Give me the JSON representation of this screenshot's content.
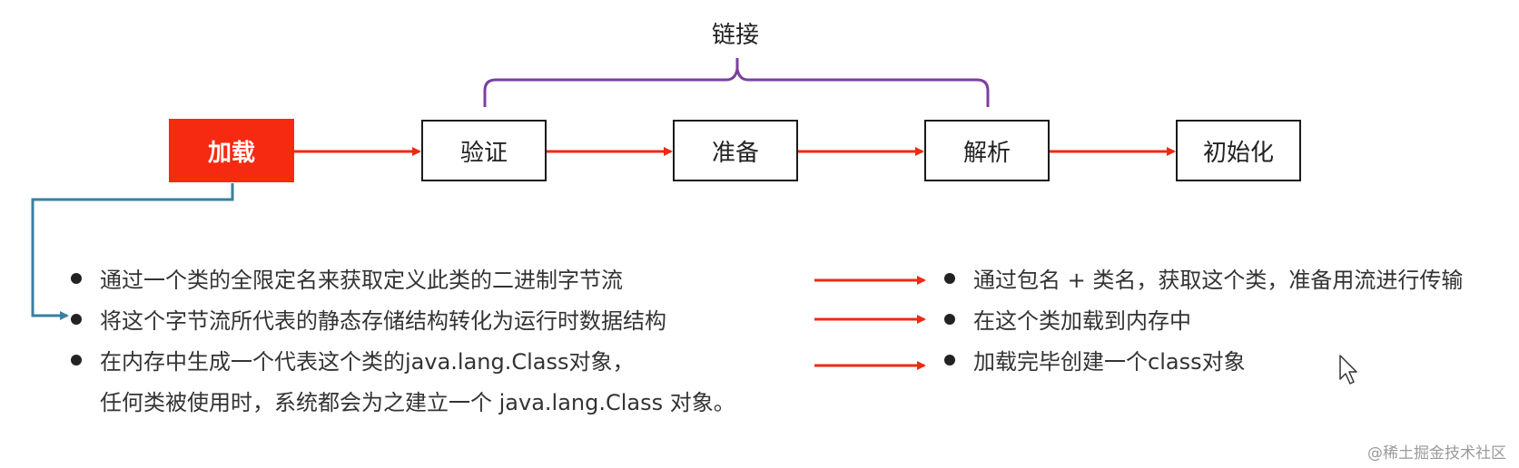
{
  "diagram": {
    "linking_label": "链接",
    "stages": [
      {
        "id": "load",
        "label": "加载"
      },
      {
        "id": "verify",
        "label": "验证"
      },
      {
        "id": "prepare",
        "label": "准备"
      },
      {
        "id": "resolve",
        "label": "解析"
      },
      {
        "id": "init",
        "label": "初始化"
      }
    ]
  },
  "left_points": [
    "通过一个类的全限定名来获取定义此类的二进制字节流",
    "将这个字节流所代表的静态存储结构转化为运行时数据结构",
    "在内存中生成一个代表这个类的java.lang.Class对象，",
    "任何类被使用时，系统都会为之建立一个 java.lang.Class 对象。"
  ],
  "right_points": [
    "通过包名 + 类名，获取这个类，准备用流进行传输",
    "在这个类加载到内存中",
    "加载完毕创建一个class对象"
  ],
  "watermark": "@稀土掘金技术社区",
  "colors": {
    "load_fill": "#f52a10",
    "arrow": "#ee2a12",
    "brace": "#7b3fa0",
    "connector": "#3a7fa0"
  }
}
